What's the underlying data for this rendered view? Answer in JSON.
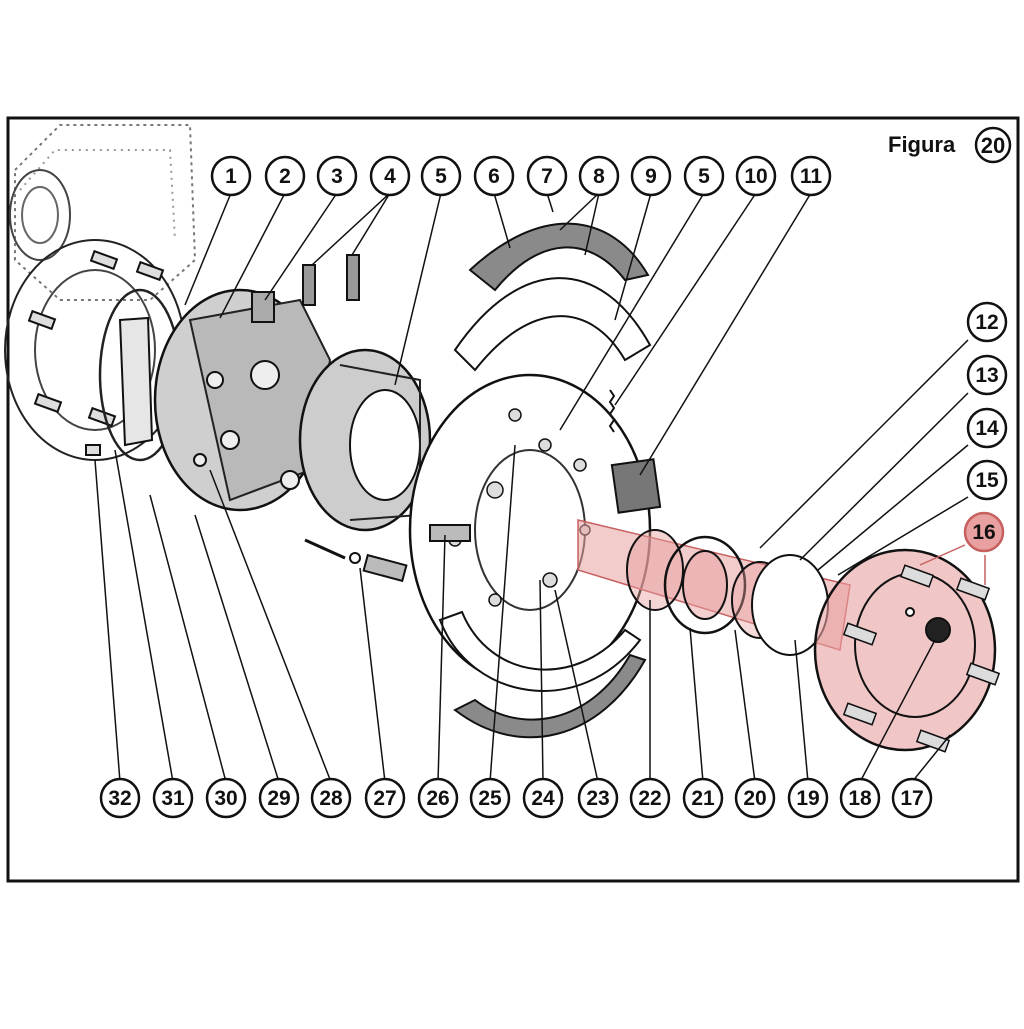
{
  "figure": {
    "title_word": "Figura",
    "title_number": "20",
    "highlight_color": "#e8a0a0",
    "line_color": "#111111"
  },
  "callouts_top": [
    "1",
    "2",
    "3",
    "4",
    "5",
    "6",
    "7",
    "8",
    "9",
    "5",
    "10",
    "11"
  ],
  "callouts_right": [
    "12",
    "13",
    "14",
    "15",
    "16"
  ],
  "callouts_bottom": [
    "32",
    "31",
    "30",
    "29",
    "28",
    "27",
    "26",
    "25",
    "24",
    "23",
    "22",
    "21",
    "20",
    "19",
    "18",
    "17"
  ],
  "highlighted_part": "16"
}
